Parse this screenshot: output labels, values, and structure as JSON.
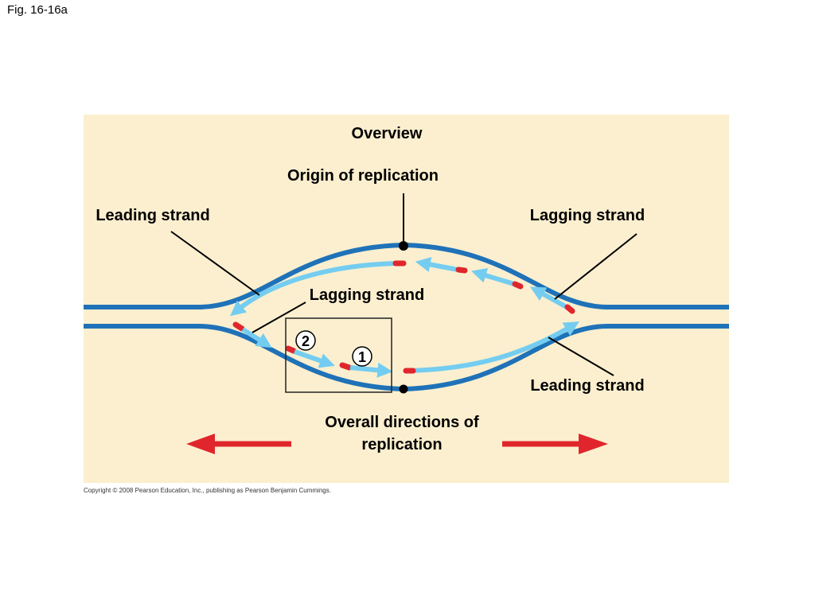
{
  "figure_label": "Fig. 16-16a",
  "copyright": "Copyright © 2008 Pearson Education, Inc., publishing as Pearson Benjamin Cummings.",
  "labels": {
    "overview": "Overview",
    "origin": "Origin of replication",
    "leading_top_left": "Leading strand",
    "lagging_top_right": "Lagging strand",
    "lagging_middle": "Lagging strand",
    "leading_bottom_right": "Leading strand",
    "directions_line1": "Overall directions of",
    "directions_line2": "replication"
  },
  "steps": {
    "step1": "1",
    "step2": "2"
  },
  "colors": {
    "panel": "#fcefcf",
    "dna_strand": "#1f72b8",
    "new_strand": "#74cdf0",
    "primer": "#e0262c",
    "direction_arrow": "#e0262c"
  }
}
